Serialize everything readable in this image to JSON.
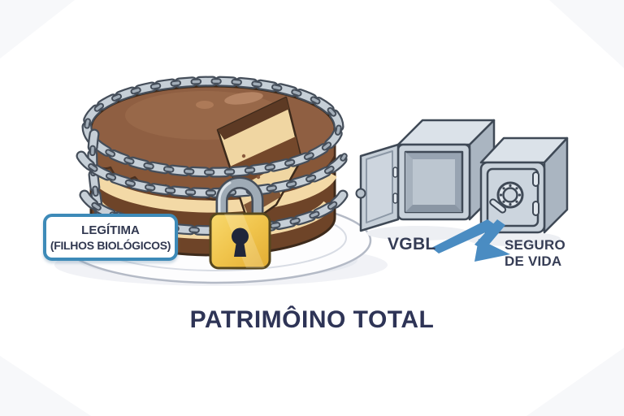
{
  "title": "PATRIMÔINO TOTAL",
  "cake": {
    "label_line1": "LEGÍTIMA",
    "label_line2": "(FILHOS BIOLÓGICOS)"
  },
  "safes": {
    "vgbl_label": "VGBL",
    "seguro_line1": "SEGURO",
    "seguro_line2": "DE VIDA"
  },
  "icons": {
    "chained-cake-icon": "layer cake wrapped in chains on a plate",
    "padlock-icon": "gold padlock with keyhole",
    "chain-icon": "steel chain links",
    "safe-open-icon": "open empty safe",
    "safe-closed-icon": "closed safe with combination dial",
    "arrow-to-vgbl-icon": "blue tapered arrow pointing left",
    "arrow-to-seguro-icon": "blue bent arrow pointing right"
  },
  "colors": {
    "label_border_blue": "#3d8ab8",
    "arrow_blue": "#4a8cc2",
    "text_navy": "#363d55",
    "title_navy": "#2e3456",
    "lock_gold": "#f0c44c",
    "cake_brown": "#8f5f42",
    "cream": "#f3d9a6",
    "chain_steel": "#c6cfd7",
    "safe_steel": "#c9d2db"
  }
}
